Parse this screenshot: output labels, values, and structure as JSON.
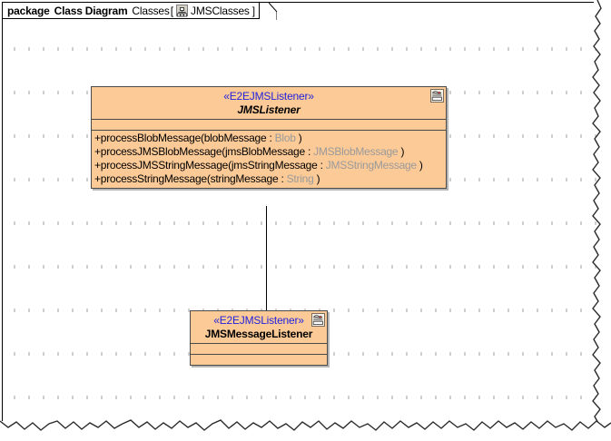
{
  "frame": {
    "keyword": "package",
    "diagram_kind": "Class Diagram",
    "package_name": "Classes",
    "bracket_open": "[",
    "bracket_close": "]",
    "diagram_name": "JMSClasses",
    "tab_icon": "class-diagram-icon"
  },
  "colors": {
    "class_fill": "#fcca97",
    "class_border": "#4a4a4a",
    "stereotype_text": "#2222dd",
    "param_type_text": "#9a9a9a",
    "canvas": "#ffffff",
    "grid_dot": "#9a9a9a"
  },
  "classes": [
    {
      "id": "jmslistener",
      "stereotype": "«E2EJMSListener»",
      "name": "JMSListener",
      "abstract": true,
      "attributes": [],
      "operations": [
        {
          "visibility": "+",
          "name": "processBlobMessage(",
          "param": "blobMessage",
          "sep": " : ",
          "type": "Blob",
          "close": " )"
        },
        {
          "visibility": "+",
          "name": "processJMSBlobMessage(",
          "param": "jmsBlobMessage",
          "sep": " : ",
          "type": "JMSBlobMessage",
          "close": " )"
        },
        {
          "visibility": "+",
          "name": "processJMSStringMessage(",
          "param": "jmsStringMessage",
          "sep": " : ",
          "type": "JMSStringMessage",
          "close": " )"
        },
        {
          "visibility": "+",
          "name": "processStringMessage(",
          "param": "stringMessage",
          "sep": " : ",
          "type": "String",
          "close": " )"
        }
      ],
      "decoration_icon": "stereotype-icon"
    },
    {
      "id": "jmsmessagelistener",
      "stereotype": "«E2EJMSListener»",
      "name": "JMSMessageListener",
      "abstract": false,
      "attributes": [],
      "operations": [],
      "decoration_icon": "stereotype-icon"
    }
  ],
  "relationships": [
    {
      "type": "generalization",
      "source": "JMSMessageListener",
      "target": "JMSListener",
      "arrow": "hollow-triangle"
    }
  ]
}
